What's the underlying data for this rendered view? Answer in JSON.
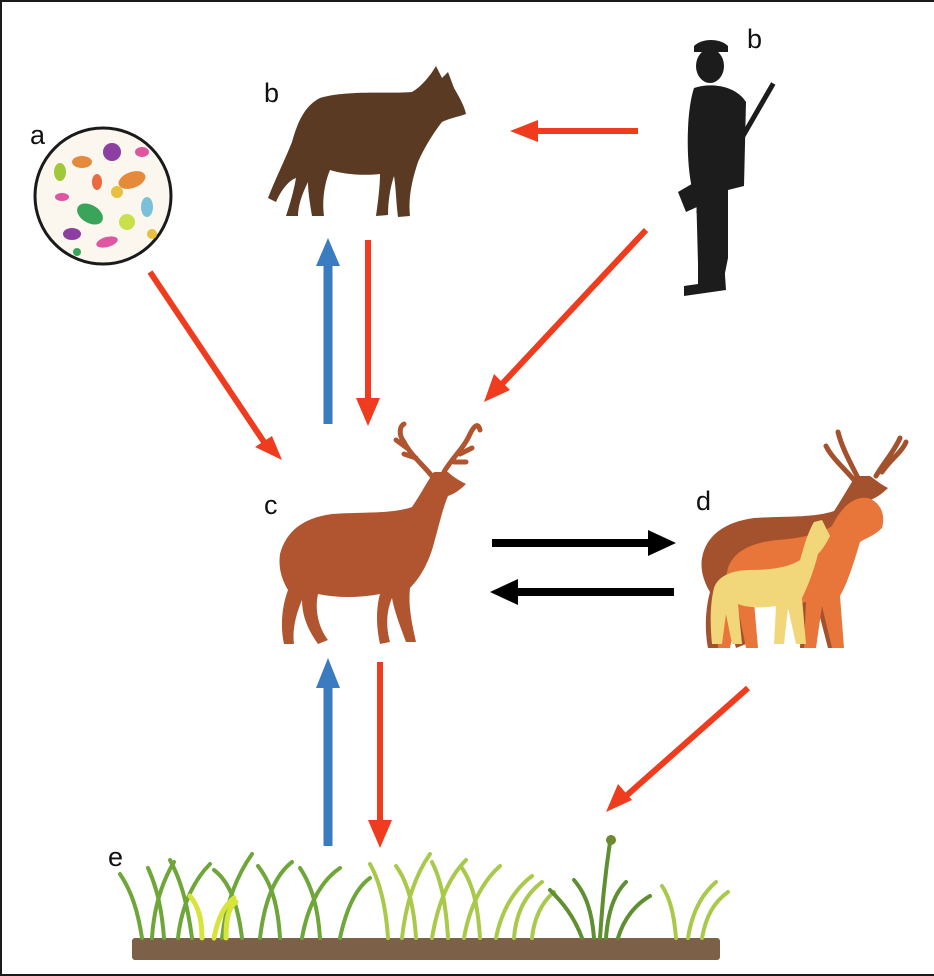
{
  "labels": {
    "a": "a",
    "b_wolf": "b",
    "b_hunter": "b",
    "c": "c",
    "d": "d",
    "e": "e"
  },
  "colors": {
    "red_arrow": "#f03c1e",
    "blue_arrow": "#3b7bc0",
    "black_arrow": "#000000",
    "wolf": "#5a3a22",
    "deer": "#b0552f",
    "hunter": "#1c1c1c",
    "other_ungulates": [
      "#a4522d",
      "#e8753a",
      "#f2d77a"
    ],
    "grass": [
      "#6fa63a",
      "#a9c94a",
      "#d7e43c"
    ],
    "soil": "#7d6048"
  },
  "icons": {
    "a": "microbes-icon",
    "b_wolf": "wolf-icon",
    "b_hunter": "hunter-icon",
    "c": "red-deer-icon",
    "d": "ungulate-group-icon",
    "e": "grassland-icon"
  }
}
